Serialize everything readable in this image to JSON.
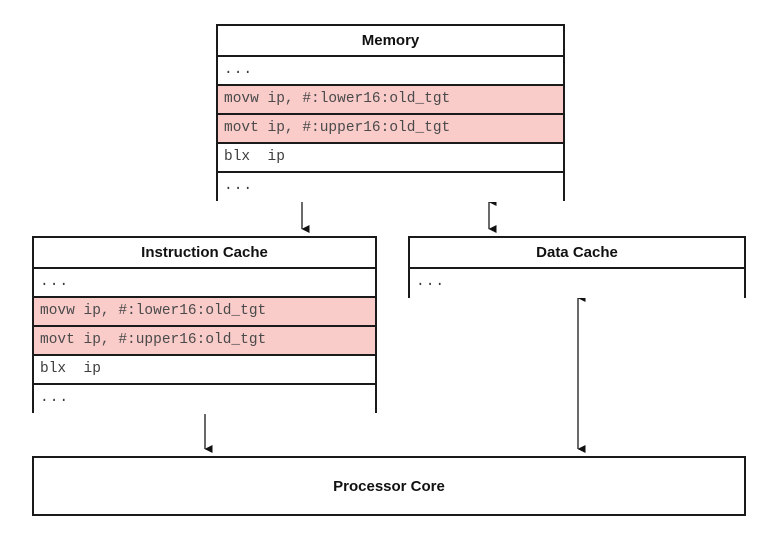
{
  "diagram": {
    "title": "Memory hierarchy with cached movw/movt/blx instruction sequence",
    "background_color": "#ffffff",
    "line_color": "#1a1a1a",
    "highlight_color": "#f9ccca"
  },
  "blocks": {
    "memory": {
      "title": "Memory",
      "rows": [
        {
          "text": "...",
          "highlighted": false
        },
        {
          "text": "movw ip, #:lower16:old_tgt",
          "highlighted": true
        },
        {
          "text": "movt ip, #:upper16:old_tgt",
          "highlighted": true
        },
        {
          "text": "blx  ip",
          "highlighted": false
        },
        {
          "text": "...",
          "highlighted": false
        }
      ]
    },
    "instruction_cache": {
      "title": "Instruction Cache",
      "rows": [
        {
          "text": "...",
          "highlighted": false
        },
        {
          "text": "movw ip, #:lower16:old_tgt",
          "highlighted": true
        },
        {
          "text": "movt ip, #:upper16:old_tgt",
          "highlighted": true
        },
        {
          "text": "blx  ip",
          "highlighted": false
        },
        {
          "text": "...",
          "highlighted": false
        }
      ]
    },
    "data_cache": {
      "title": "Data Cache",
      "rows": [
        {
          "text": "...",
          "highlighted": false
        }
      ]
    },
    "processor_core": {
      "title": "Processor Core"
    }
  },
  "connections": [
    {
      "name": "memory-to-instruction-cache",
      "from": "memory",
      "to": "instruction_cache",
      "direction": "down",
      "bidirectional": false
    },
    {
      "name": "memory-to-data-cache",
      "from": "memory",
      "to": "data_cache",
      "direction": "vertical",
      "bidirectional": true
    },
    {
      "name": "instruction-cache-to-processor-core",
      "from": "instruction_cache",
      "to": "processor_core",
      "direction": "down",
      "bidirectional": false
    },
    {
      "name": "data-cache-to-processor-core",
      "from": "data_cache",
      "to": "processor_core",
      "direction": "vertical",
      "bidirectional": true
    }
  ]
}
